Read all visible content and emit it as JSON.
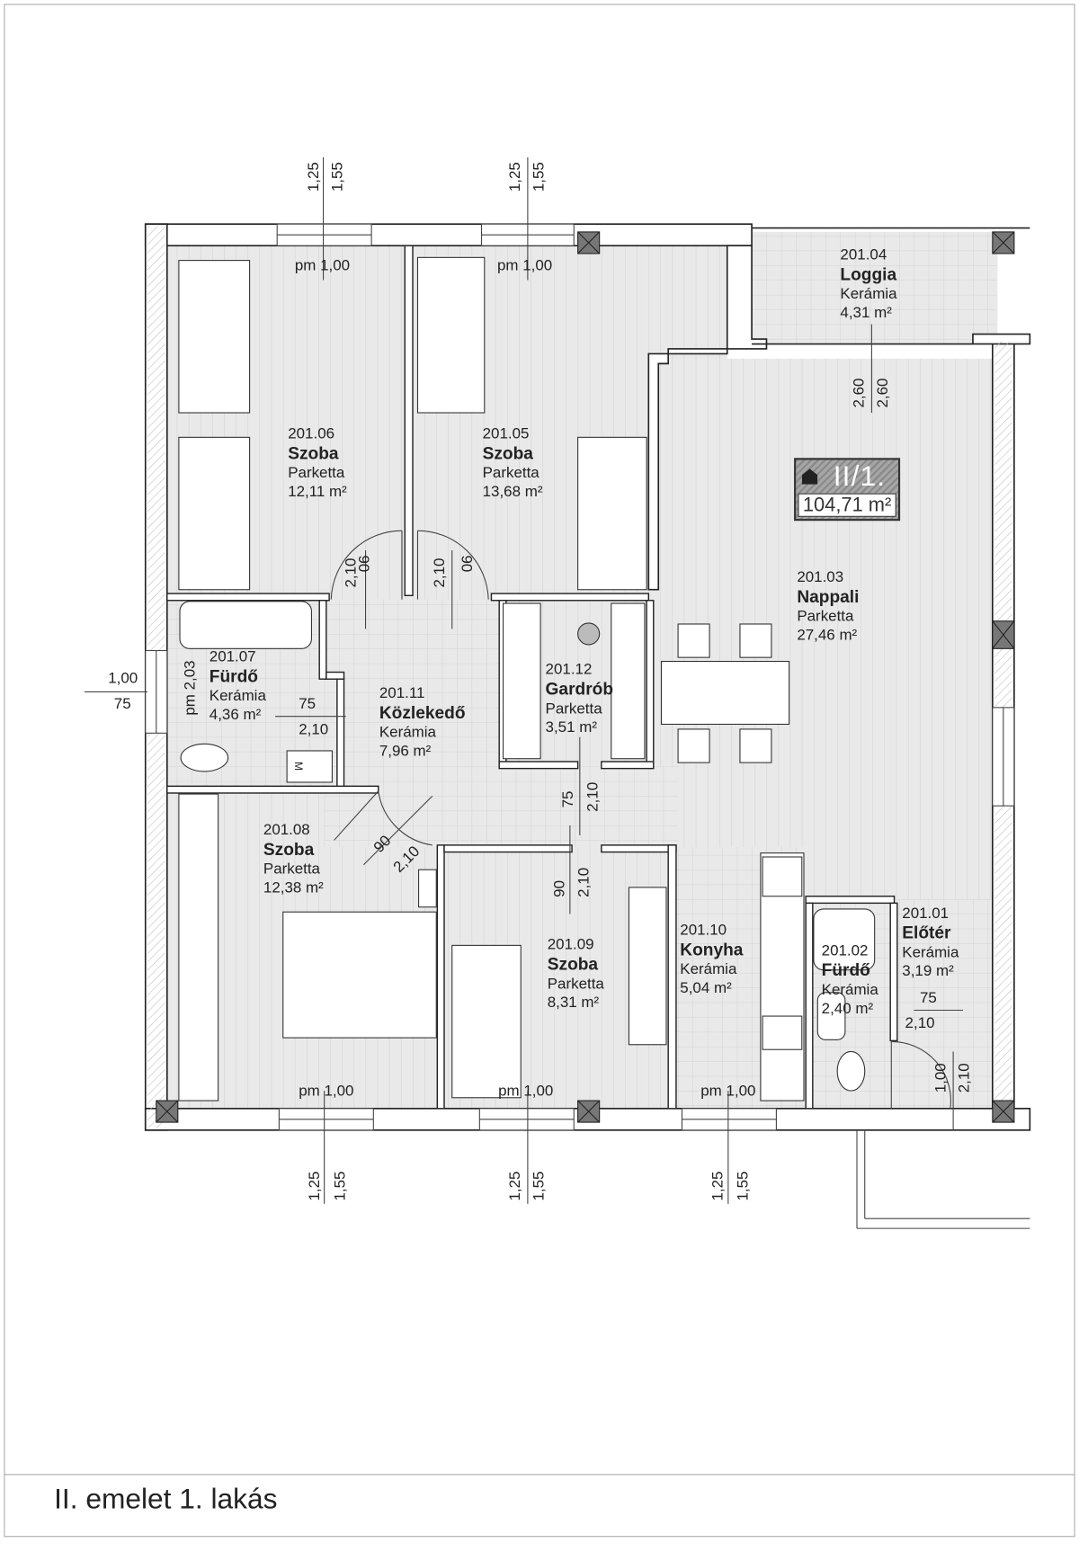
{
  "title": "II. emelet 1. lakás",
  "unit_badge": {
    "code": "II/1.",
    "area": "104,71 m²",
    "icon": "house-icon"
  },
  "rooms": [
    {
      "id": "201.06",
      "name": "Szoba",
      "floor": "Parketta",
      "area": "12,11 m²"
    },
    {
      "id": "201.05",
      "name": "Szoba",
      "floor": "Parketta",
      "area": "13,68 m²"
    },
    {
      "id": "201.04",
      "name": "Loggia",
      "floor": "Kerámia",
      "area": "4,31 m²"
    },
    {
      "id": "201.03",
      "name": "Nappali",
      "floor": "Parketta",
      "area": "27,46 m²"
    },
    {
      "id": "201.07",
      "name": "Fürdő",
      "floor": "Kerámia",
      "area": "4,36 m²"
    },
    {
      "id": "201.11",
      "name": "Közlekedő",
      "floor": "Kerámia",
      "area": "7,96 m²"
    },
    {
      "id": "201.12",
      "name": "Gardrób",
      "floor": "Parketta",
      "area": "3,51 m²"
    },
    {
      "id": "201.08",
      "name": "Szoba",
      "floor": "Parketta",
      "area": "12,38 m²"
    },
    {
      "id": "201.09",
      "name": "Szoba",
      "floor": "Parketta",
      "area": "8,31 m²"
    },
    {
      "id": "201.10",
      "name": "Konyha",
      "floor": "Kerámia",
      "area": "5,04 m²"
    },
    {
      "id": "201.02",
      "name": "Fürdő",
      "floor": "Kerámia",
      "area": "2,40 m²"
    },
    {
      "id": "201.01",
      "name": "Előtér",
      "floor": "Kerámia",
      "area": "3,19 m²"
    }
  ],
  "dimensions": {
    "win_w": "1,25",
    "win_h": "1,55",
    "sill": "pm 1,00",
    "loggia_a": "2,60",
    "loggia_b": "2,60",
    "door_h": "2,10",
    "door_90": "90",
    "door_75": "75",
    "door_100": "1,00",
    "bath_sill": "pm 2,03",
    "wm": "M"
  }
}
